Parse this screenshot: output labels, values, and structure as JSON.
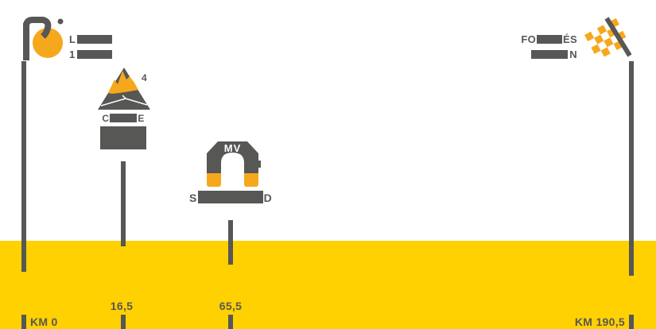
{
  "colors": {
    "band_yellow": "#FFD100",
    "icon_orange": "#F5A81C",
    "gray": "#575756",
    "white": "#FFFFFF"
  },
  "icons": {
    "start": "cyclist-start-icon",
    "climb": "mountain-climb-icon",
    "intermediate": "tunnel-arch-icon",
    "finish": "checkered-flag-icon"
  },
  "profile": {
    "start": {
      "line1_visible": "L",
      "line2_visible": "1",
      "km": "KM 0"
    },
    "climb": {
      "category": "4",
      "line1_start": "C",
      "line1_end": "E",
      "km": "16,5"
    },
    "intermediate": {
      "icon_label": "MV",
      "label_start": "S",
      "label_end": "D",
      "km": "65,5"
    },
    "finish": {
      "line1_start": "FO",
      "line1_end": "ÉS",
      "line2_end": "N",
      "km": "KM 190,5"
    }
  }
}
